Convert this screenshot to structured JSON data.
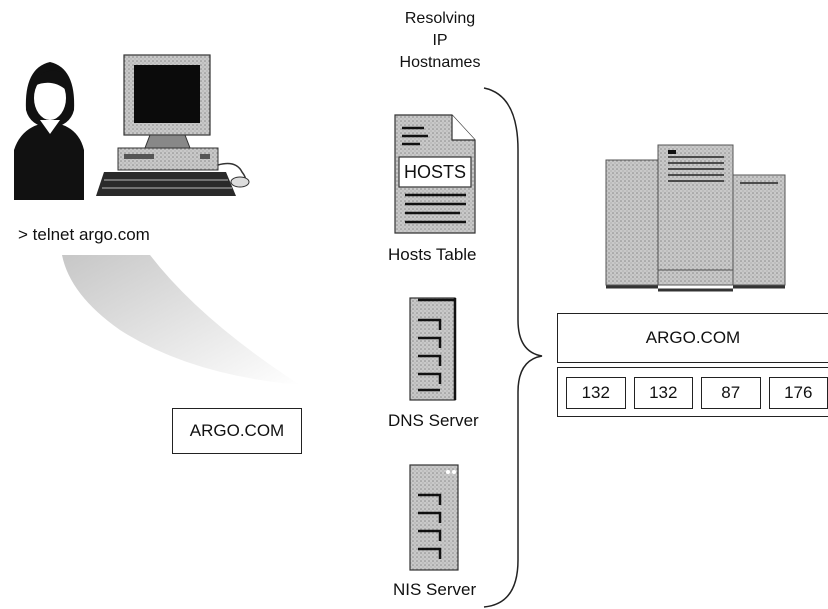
{
  "heading": [
    "Resolving",
    "IP",
    "Hostnames"
  ],
  "client": {
    "command": "> telnet argo.com"
  },
  "query_box": "ARGO.COM",
  "resolvers": [
    {
      "label": "Hosts Table",
      "file_label": "HOSTS",
      "icon": "hosts-file-icon"
    },
    {
      "label": "DNS Server",
      "icon": "dns-server-icon"
    },
    {
      "label": "NIS Server",
      "icon": "nis-server-icon"
    }
  ],
  "target": {
    "hostname": "ARGO.COM",
    "ip_octets": [
      "132",
      "132",
      "87",
      "176"
    ],
    "icon": "mainframe-server-icon"
  }
}
